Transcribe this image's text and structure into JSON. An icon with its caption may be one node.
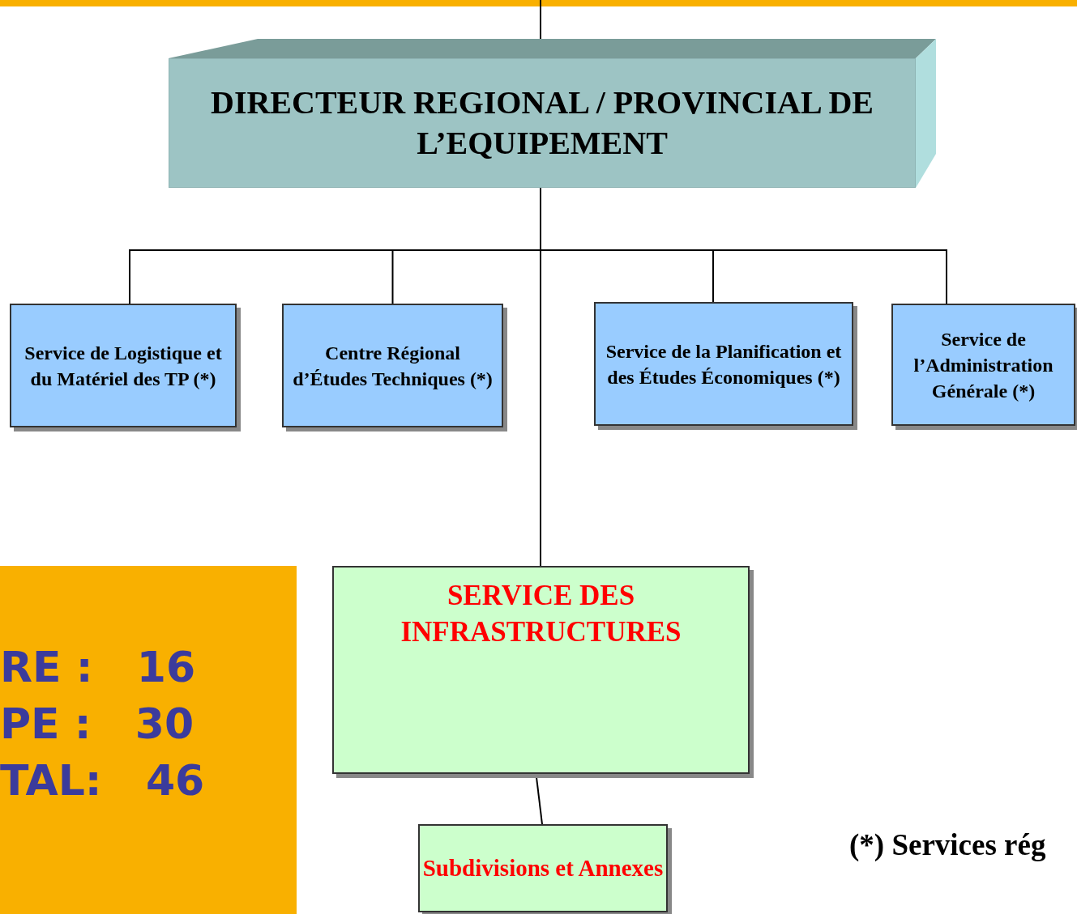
{
  "diagram": {
    "nodes": [
      {
        "text": [
          "DIRECTEUR REGIONAL / PROVINCIAL DE L’EQUIPEMENT"
        ]
      },
      {
        "text": [
          "Service  de Logistique et  du Matériel des TP (*)"
        ]
      },
      {
        "text": [
          "Centre Régional d’Études Techniques (*)"
        ]
      },
      {
        "text": [
          "Service de la Planification et des Études Économiques (*)"
        ]
      },
      {
        "text": [
          "Service de l’Administration Générale (*)"
        ]
      },
      {
        "text": [
          "SERVICE DES INFRASTRUCTURES"
        ]
      },
      {
        "text": [
          "Subdivisions et Annexes"
        ]
      },
      {
        "text": [
          "RE :   16",
          "PE :   30",
          "TAL:   46"
        ]
      }
    ],
    "edges": [
      {
        "from": null,
        "to": 0,
        "arrow": "none"
      },
      {
        "from": 0,
        "to": 1,
        "arrow": "none"
      },
      {
        "from": 0,
        "to": 2,
        "arrow": "none"
      },
      {
        "from": 0,
        "to": 3,
        "arrow": "none"
      },
      {
        "from": 0,
        "to": 4,
        "arrow": "none"
      },
      {
        "from": 0,
        "to": 5,
        "arrow": "none"
      },
      {
        "from": 5,
        "to": 6,
        "arrow": "none"
      }
    ],
    "labels": [
      "(*) Services rég"
    ]
  }
}
